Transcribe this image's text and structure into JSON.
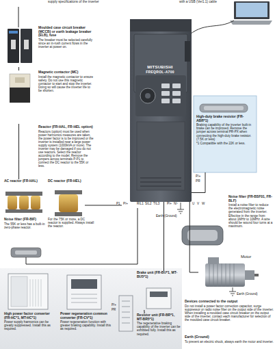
{
  "diagram": {
    "nodes": [
      {
        "text": [
          "Moulded case circuit breaker (MCCB) or earth leakage breaker (ELB), fuse",
          "The breaker must be selected carefully since an in-rush current flows in the inverter at power on."
        ]
      },
      {
        "text": [
          "Magnetic contactor (MC)",
          "Install the magnetic contactor to ensure safety. Do not use this magnetic contactor to start and stop the inverter. Doing so will cause the inverter life to be shorten."
        ]
      },
      {
        "text": [
          "Reactor (FR-HAL, FR-HEL option)",
          "Reactors (option) must be used when power harmonics measures are taken, the power factor is to be improved or the inverter is installed near a large power supply system (1000kVA or more). The inverter may be damaged if you do not use reactors. Select the reactor according to the model. Remove the jumpers across terminals P-P1 to connect the DC reactor to the 55K or less."
        ]
      },
      {
        "text": [
          "AC reactor (FR-HAL)"
        ]
      },
      {
        "text": [
          "DC reactor (FR-HEL)",
          "For the 75K or more, a DC reactor is supplied. Always install the reactor."
        ]
      },
      {
        "text": [
          "Noise filter (FR-BIF)",
          "The 55K or less has a built-in zero-phase reactor."
        ]
      },
      {
        "text": [
          "MITSUBISHI",
          "FREQROL-A700"
        ]
      },
      {
        "text": [
          "High-duty brake resistor (FR-ABR*1)",
          "Braking capability of the inverter built-in brake can be improved. Remove the jumper across terminal PR-PX when connecting the high-duty brake resistor. (7.5K or less)",
          "*1 Compatible with the 22K or less."
        ]
      },
      {
        "text": [
          "Noise filter (FR-BSF01, FR-BLF)",
          "Install a noise filter to reduce the electromagnetic noise generated from the inverter. Effective in the range from about 1MHz to 10MHz. A wire should be wound four turns at a maximum."
        ]
      },
      {
        "text": [
          "Motor"
        ]
      },
      {
        "text": [
          "Devices connected to the output",
          "Do not install a power factor correction capacitor, surge suppressor or radio noise filter on the output side of the inverter. When installing a moulded case circuit breaker on the output side of the inverter, contact each manufacturer for selection of the moulded case circuit breaker."
        ]
      },
      {
        "text": [
          "Earth (Ground)",
          "To prevent an electric shock, always earth the motor and inverter."
        ]
      },
      {
        "text": [
          "High power factor converter (FR-HC*1, MT-HC*1)",
          "Power supply harmonics can be greatly suppressed. Install this as required."
        ]
      },
      {
        "text": [
          "Power regeneration common converter (FR-CV*1)",
          "Power regeneration function with greater braking capability. Install this as required."
        ]
      },
      {
        "text": [
          "Brake unit (FR-BU*1, MT-BU5*1)"
        ]
      },
      {
        "text": [
          "Resistor unit (FR-BR*1, MT-BR5*1)",
          "The regenerative braking capability of the inverter can be exhibited fully. Install this as required."
        ]
      }
    ],
    "edges": [
      {
        "from": 0,
        "to": 1,
        "arrow": "none"
      },
      {
        "from": 1,
        "to": 3,
        "arrow": "none"
      },
      {
        "from": 6,
        "to": 7,
        "arrow": "none"
      },
      {
        "from": 6,
        "to": 9,
        "arrow": "none"
      },
      {
        "from": 6,
        "to": 14,
        "arrow": "none"
      },
      {
        "from": 14,
        "to": 15,
        "arrow": "none"
      }
    ],
    "labels": [
      "supply specifications of the inverter",
      "with a USB (Ver1.1) cable",
      "P/+",
      "PR",
      "P1",
      "P/+",
      "R/L1",
      "S/L2",
      "T/L3",
      "P/+",
      "N/-",
      "U",
      "V",
      "W",
      "Earth (Ground)",
      "Earth (Ground)",
      "P/+",
      "PR"
    ]
  }
}
